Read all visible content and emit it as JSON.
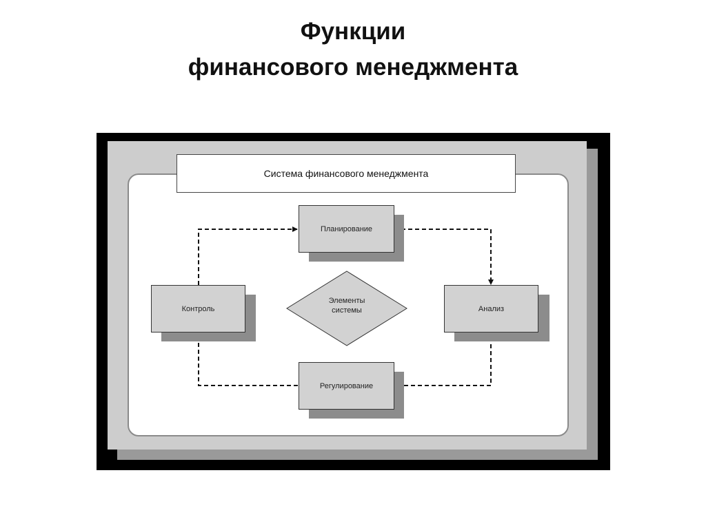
{
  "title": {
    "line1": "Функции",
    "line2": "финансового менеджмента"
  },
  "diagram": {
    "header": "Система финансового менеджмента",
    "center": {
      "line1": "Элементы",
      "line2": "системы"
    },
    "nodes": {
      "planning": "Планирование",
      "analysis": "Анализ",
      "regulation": "Регулирование",
      "control": "Контроль"
    },
    "colors": {
      "frame": "#000000",
      "panel": "#cdcdcd",
      "box_fill": "#d2d2d2",
      "box_shadow": "#8c8c8c"
    }
  }
}
